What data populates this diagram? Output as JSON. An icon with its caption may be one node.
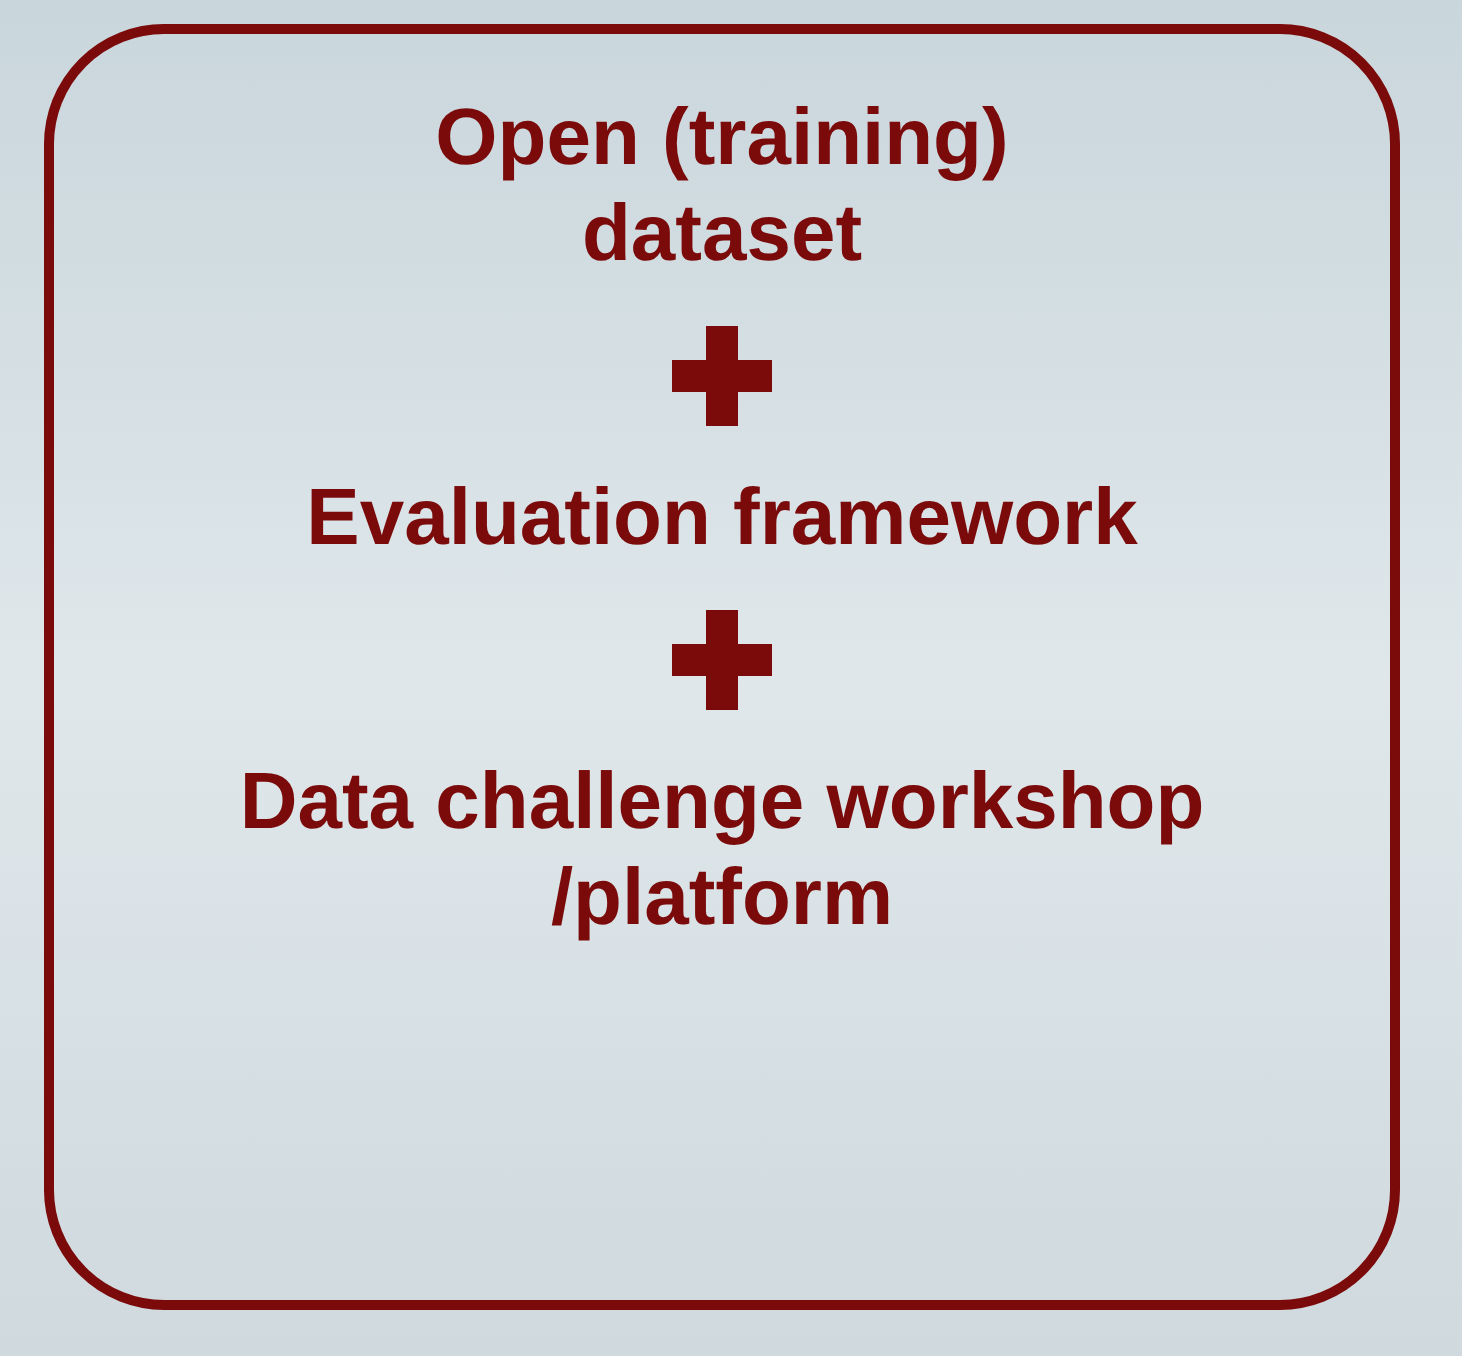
{
  "diagram": {
    "nodes": [
      {
        "text": [
          "Open (training) dataset",
          "Evaluation framework",
          "Data challenge workshop /platform"
        ]
      }
    ]
  }
}
